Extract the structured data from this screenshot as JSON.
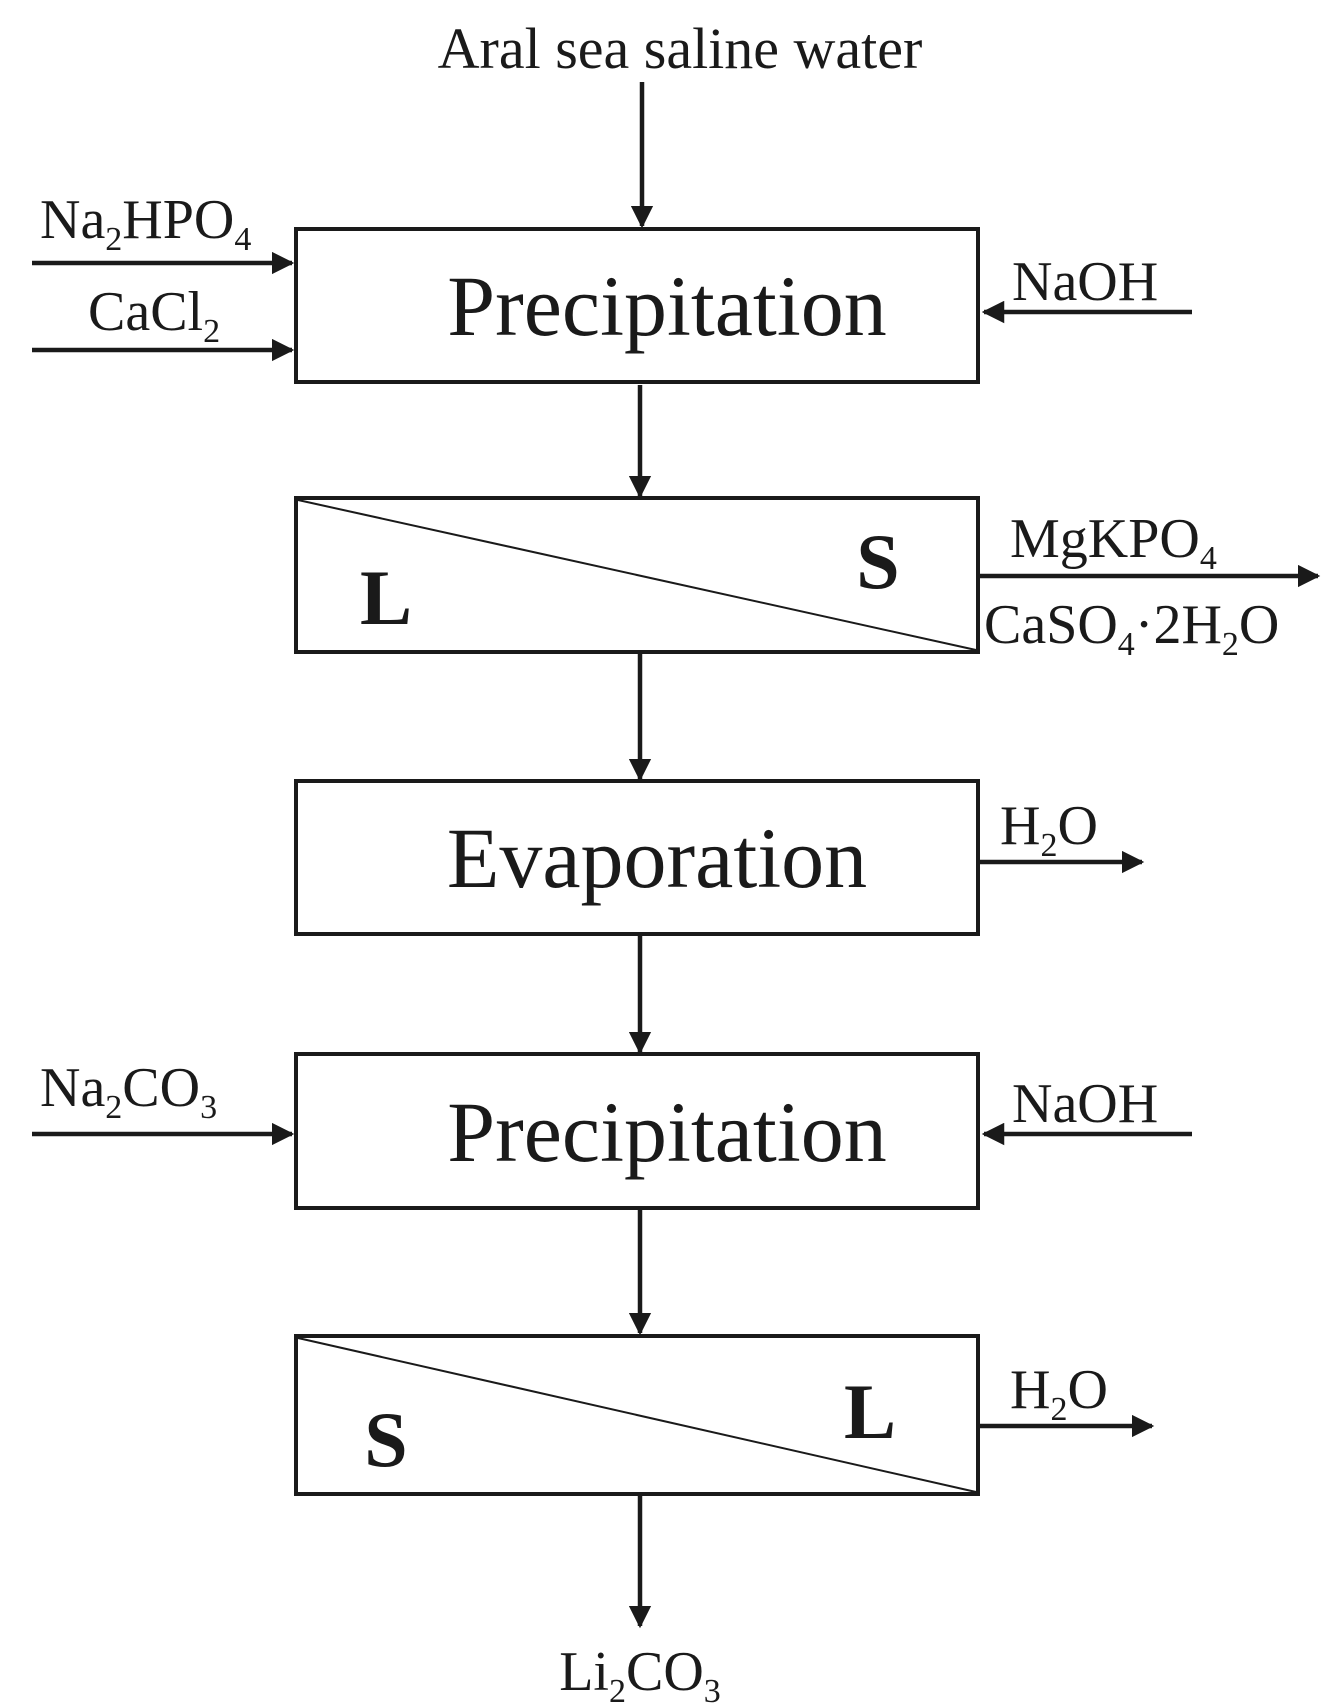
{
  "feed_label": "Aral sea saline water",
  "stages": {
    "precipitation1": "Precipitation",
    "separation1": {
      "left": "L",
      "right": "S"
    },
    "evaporation": "Evaporation",
    "precipitation2": "Precipitation",
    "separation2": {
      "left": "S",
      "right": "L"
    }
  },
  "inputs": {
    "na2hpo4": {
      "main": "Na",
      "sub1": "2",
      "mid": "HPO",
      "sub2": "4"
    },
    "cacl2": {
      "main": "CaCl",
      "sub": "2"
    },
    "naoh1": "NaOH",
    "na2co3": {
      "main": "Na",
      "sub1": "2",
      "mid": "CO",
      "sub2": "3"
    },
    "naoh2": "NaOH"
  },
  "outputs": {
    "mgkpo4": {
      "main": "MgKPO",
      "sub": "4"
    },
    "caso4": {
      "a": "CaSO",
      "s1": "4",
      "b": "·2H",
      "s2": "2",
      "c": "O"
    },
    "h2o_1": {
      "a": "H",
      "s": "2",
      "b": "O"
    },
    "h2o_2": {
      "a": "H",
      "s": "2",
      "b": "O"
    },
    "li2co3": {
      "a": "Li",
      "s1": "2",
      "b": "CO",
      "s2": "3"
    }
  }
}
